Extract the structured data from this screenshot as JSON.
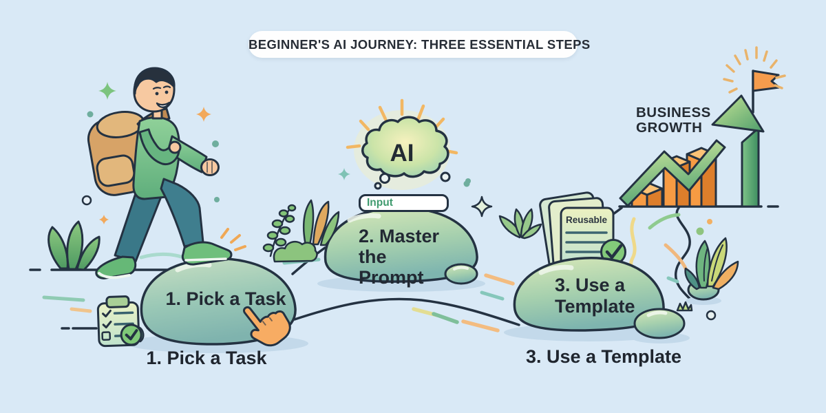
{
  "title": "BEGINNER'S AI JOURNEY: THREE ESSENTIAL STEPS",
  "ai_cloud": {
    "label": "AI"
  },
  "input_field": {
    "value": "Input"
  },
  "template_docs": {
    "badge": "Reusable"
  },
  "growth": {
    "label": "BUSINESS GROWTH"
  },
  "steps": [
    {
      "number": 1,
      "stone_label": "1. Pick a Task",
      "caption": "1. Pick a Task"
    },
    {
      "number": 2,
      "stone_label": "2. Master the Prompt"
    },
    {
      "number": 3,
      "stone_label": "3. Use a Template",
      "caption": "3. Use a Template"
    }
  ],
  "icons": {
    "ai_cloud": "thought-cloud",
    "input": "text-input-box",
    "documents": "stacked-pages",
    "check": "check-circle",
    "clipboard": "checklist-clipboard",
    "cursor": "pointing-hand",
    "chart": "3d-bar-chart-with-arrow",
    "flag": "summit-flag"
  },
  "palette": {
    "background": "#D9E9F6",
    "outline": "#243242",
    "stone_light": "#D8E8B8",
    "stone_teal": "#7EB5AF",
    "accent_orange": "#F2A85C",
    "accent_teal": "#7FC2B5",
    "check_green": "#83CA7A",
    "text_dark": "#232A33",
    "input_text": "#3F9A6E"
  }
}
